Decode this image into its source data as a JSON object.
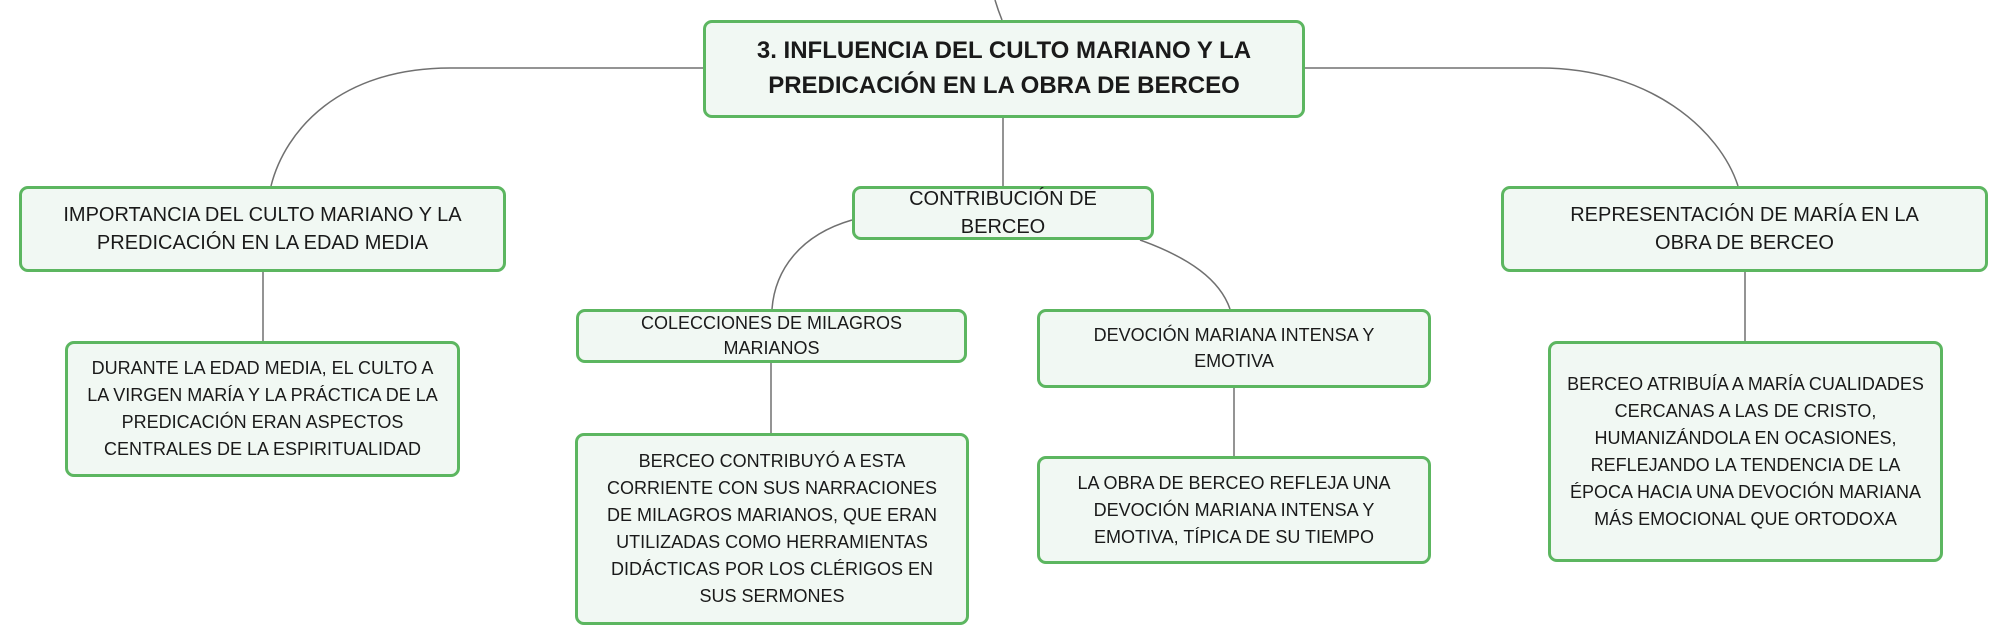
{
  "map": {
    "root": {
      "title": "3. INFLUENCIA DEL CULTO MARIANO Y LA PREDICACIÓN EN LA OBRA DE BERCEO"
    },
    "branches": {
      "importance": {
        "label": "IMPORTANCIA DEL CULTO MARIANO Y LA PREDICACIÓN EN LA EDAD MEDIA",
        "detail": "DURANTE LA EDAD MEDIA, EL CULTO A LA VIRGEN MARÍA Y LA PRÁCTICA DE LA PREDICACIÓN ERAN ASPECTOS CENTRALES DE LA ESPIRITUALIDAD"
      },
      "contribution": {
        "label": "CONTRIBUCIÓN DE BERCEO",
        "collections": {
          "label": "COLECCIONES DE MILAGROS MARIANOS",
          "detail": "BERCEO CONTRIBUYÓ A ESTA CORRIENTE CON SUS NARRACIONES DE MILAGROS MARIANOS, QUE ERAN UTILIZADAS COMO HERRAMIENTAS DIDÁCTICAS POR LOS CLÉRIGOS EN SUS SERMONES"
        },
        "devotion": {
          "label": "DEVOCIÓN MARIANA INTENSA Y EMOTIVA",
          "detail": "LA OBRA DE BERCEO REFLEJA UNA DEVOCIÓN MARIANA INTENSA Y EMOTIVA, TÍPICA DE SU TIEMPO"
        }
      },
      "representation": {
        "label": "REPRESENTACIÓN DE MARÍA EN LA OBRA DE BERCEO",
        "detail": "BERCEO ATRIBUÍA A MARÍA CUALIDADES CERCANAS A LAS DE CRISTO, HUMANIZÁNDOLA EN OCASIONES, REFLEJANDO LA TENDENCIA DE LA ÉPOCA HACIA UNA DEVOCIÓN MARIANA MÁS EMOCIONAL QUE ORTODOXA"
      }
    }
  },
  "colors": {
    "node_border": "#5cb660",
    "node_fill": "#f1f8f3",
    "connector": "#707070",
    "text": "#1a1a1a"
  }
}
